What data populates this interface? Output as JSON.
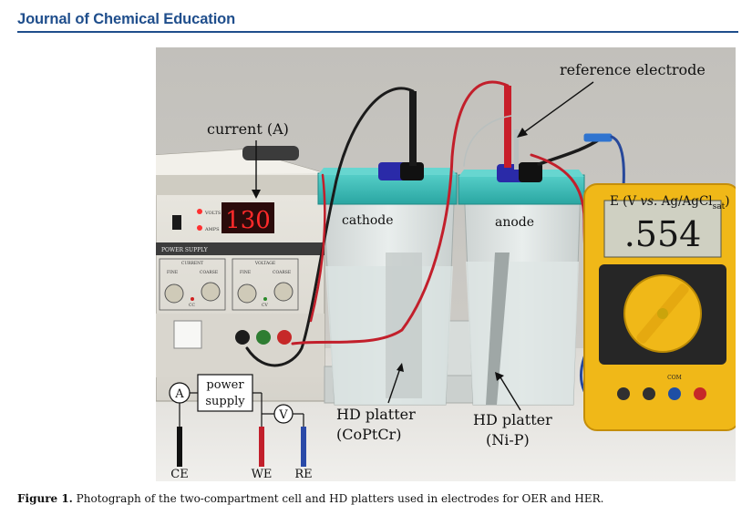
{
  "journal_name": "Journal of Chemical Education",
  "figure": {
    "labels": {
      "reference_electrode": "reference electrode",
      "current": "current (A)",
      "cathode": "cathode",
      "anode": "anode",
      "voltage_prefix": "E (V ",
      "voltage_vs": "vs.",
      "voltage_ref": " Ag/AgCl",
      "voltage_sub": "sat",
      "voltage_suffix": ")",
      "hd_platter_left_1": "HD platter",
      "hd_platter_left_2": "(CoPtCr)",
      "hd_platter_right_1": "HD platter",
      "hd_platter_right_2": "(Ni-P)"
    },
    "power_supply": {
      "display": "130",
      "volts": "VOLTS",
      "amps": "AMPS",
      "name": "POWER SUPPLY",
      "current": "CURRENT",
      "voltage": "VOLTAGE",
      "fine_1": "FINE",
      "coarse_1": "COARSE",
      "fine_2": "FINE",
      "coarse_2": "COARSE",
      "cc": "CC",
      "cv": "CV"
    },
    "multimeter": {
      "reading": ".554",
      "com": "COM"
    },
    "schematic": {
      "ammeter": "A",
      "voltmeter": "V",
      "power_1": "power",
      "power_2": "supply",
      "ce": "CE",
      "we": "WE",
      "re": "RE"
    }
  },
  "caption": {
    "label": "Figure 1.",
    "text": " Photograph of the two-compartment cell and HD platters used in electrodes for OER and HER."
  },
  "colors": {
    "journal_blue": "#1f4e8c",
    "lid_teal": "#35b8b4",
    "multimeter_yellow": "#f0b818",
    "led_red": "#ff2a2a"
  }
}
